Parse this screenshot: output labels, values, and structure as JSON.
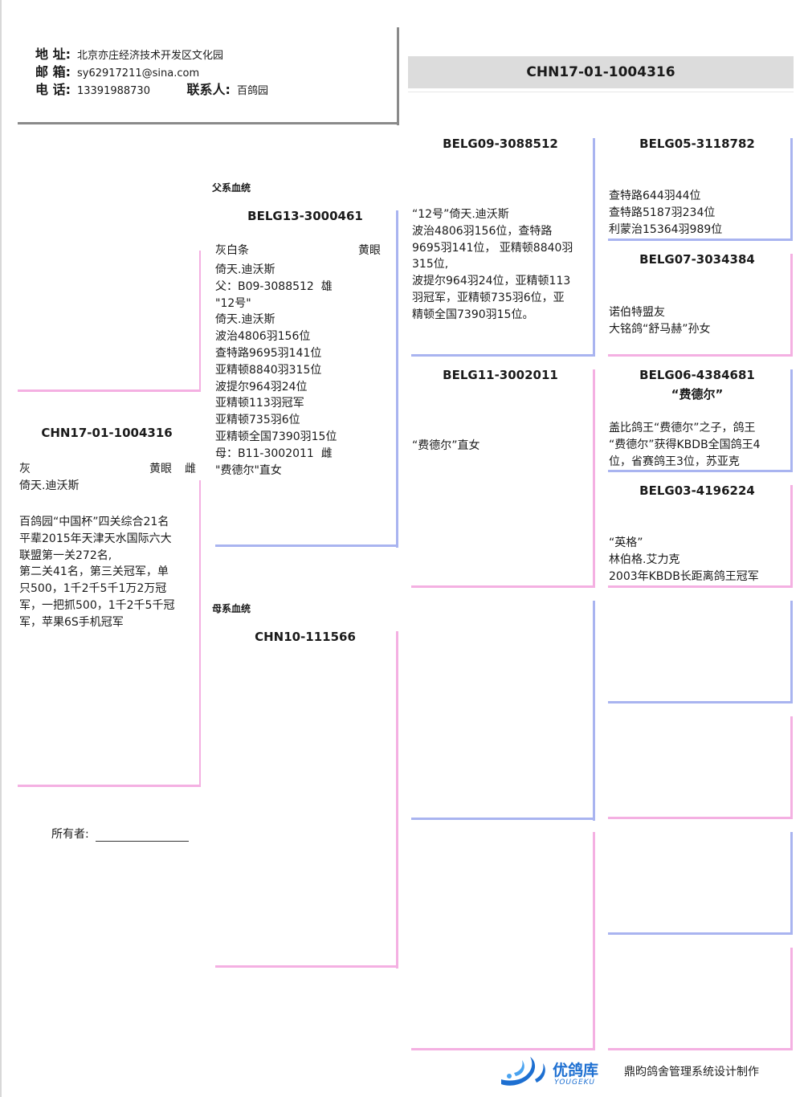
{
  "contact": {
    "address_label": "地 址:",
    "address": "北京亦庄经济技术开发区文化园",
    "email_label": "邮 箱:",
    "email": "sy62917211@sina.com",
    "phone_label": "电 话:",
    "phone": "13391988730",
    "contact_label": "联系人:",
    "contact_name": "百鸽园"
  },
  "title_ring": "CHN17-01-1004316",
  "subject": {
    "ring": "CHN17-01-1004316",
    "color": "灰",
    "eye": "黄眼",
    "sex": "雌",
    "line": "倚天.迪沃斯",
    "results": "百鸽园“中国杯”四关综合21名\n平辈2015年天津天水国际六大\n联盟第一关272名,\n第二关41名，第三关冠军，单\n只500，1千2千5千1万2万冠\n军，一把抓500，1千2千5千冠\n军，苹果6S手机冠军"
  },
  "owner_label": "所有者:",
  "sire_label": "父系血统",
  "dam_label": "母系血统",
  "sire": {
    "ring": "BELG13-3000461",
    "color": "灰白条",
    "eye": "黄眼",
    "notes": "倚天.迪沃斯\n父：B09-3088512  雄\n\"12号\"\n倚天.迪沃斯\n波治4806羽156位\n查特路9695羽141位\n亚精顿8840羽315位\n波提尔964羽24位\n亚精顿113羽冠军\n亚精顿735羽6位\n亚精顿全国7390羽15位\n母：B11-3002011  雌\n\"费德尔\"直女"
  },
  "dam": {
    "ring": "CHN10-111566"
  },
  "ss": {
    "ring": "BELG09-3088512",
    "notes": "“12号”倚天.迪沃斯\n波治4806羽156位，查特路\n9695羽141位， 亚精顿8840羽\n315位,\n波提尔964羽24位，亚精顿113\n羽冠军，亚精顿735羽6位，亚\n精顿全国7390羽15位。"
  },
  "sd": {
    "ring": "BELG11-3002011",
    "notes": "“费德尔”直女"
  },
  "sss": {
    "ring": "BELG05-3118782",
    "notes": "查特路644羽44位\n查特路5187羽234位\n利蒙治15364羽989位"
  },
  "ssd": {
    "ring": "BELG07-3034384",
    "notes": "诺伯特盟友\n大铭鸽“舒马赫”孙女"
  },
  "sds": {
    "ring": "BELG06-4384681",
    "name": "“费德尔”",
    "notes": "盖比鸽王“费德尔”之子，鸽王\n“费德尔”获得KBDB全国鸽王4\n位，省赛鸽王3位，苏亚克"
  },
  "sdd": {
    "ring": "BELG03-4196224",
    "notes": "“英格”\n林伯格.艾力克\n2003年KBDB长距离鸽王冠军"
  },
  "footer": {
    "brand_cn": "优鸽库",
    "brand_en": "YOUGEKU",
    "credit": "鼎昀鸽舍管理系统设计制作"
  },
  "colors": {
    "sire_line": "#a9b4f0",
    "dam_line": "#f4b0e2",
    "header_bar": "#dcdcdc",
    "logo_blue": "#1d6fd1"
  }
}
